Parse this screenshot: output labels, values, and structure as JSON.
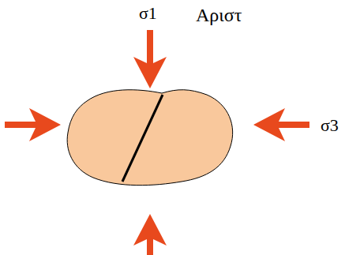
{
  "diagram": {
    "labels": [
      "σ1",
      "Αριστ",
      "σ3"
    ]
  }
}
